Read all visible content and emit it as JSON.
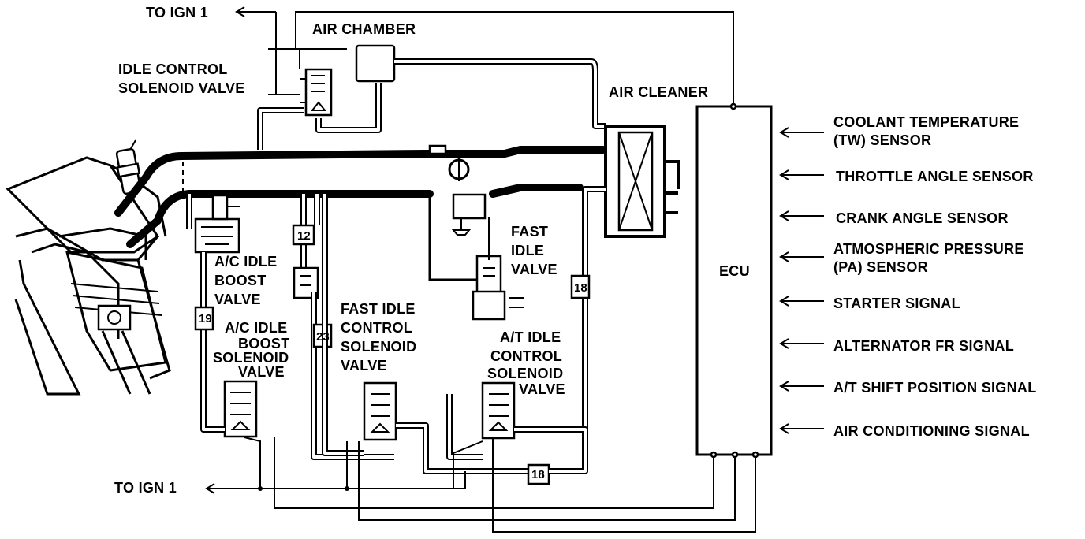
{
  "labels": {
    "to_ign_top": "TO IGN 1",
    "to_ign_bottom": "TO IGN 1",
    "air_chamber": "AIR CHAMBER",
    "idle_control_1": "IDLE CONTROL",
    "idle_control_2": "SOLENOID VALVE",
    "air_cleaner": "AIR CLEANER",
    "ecu": "ECU",
    "fast_idle_1": "FAST",
    "fast_idle_2": "IDLE",
    "fast_idle_3": "VALVE",
    "ac_boost_1": "A/C IDLE",
    "ac_boost_2": "BOOST",
    "ac_boost_3": "VALVE",
    "ac_sol_1": "A/C IDLE",
    "ac_sol_2": "BOOST",
    "ac_sol_3": "SOLENOID",
    "ac_sol_4": "VALVE",
    "fic_1": "FAST IDLE",
    "fic_2": "CONTROL",
    "fic_3": "SOLENOID",
    "fic_4": "VALVE",
    "at_1": "A/T IDLE",
    "at_2": "CONTROL",
    "at_3": "SOLENOID",
    "at_4": "VALVE"
  },
  "hose_numbers": {
    "h12": "12",
    "h19": "19",
    "h23": "23",
    "h18a": "18",
    "h18b": "18"
  },
  "ecu_inputs": [
    {
      "line1": "COOLANT TEMPERATURE",
      "line2": "(TW) SENSOR"
    },
    {
      "line1": "THROTTLE ANGLE SENSOR"
    },
    {
      "line1": "CRANK ANGLE SENSOR"
    },
    {
      "line1": "ATMOSPHERIC PRESSURE",
      "line2": "(PA) SENSOR"
    },
    {
      "line1": "STARTER SIGNAL"
    },
    {
      "line1": "ALTERNATOR FR SIGNAL"
    },
    {
      "line1": "A/T SHIFT POSITION SIGNAL"
    },
    {
      "line1": "AIR CONDITIONING SIGNAL"
    }
  ]
}
